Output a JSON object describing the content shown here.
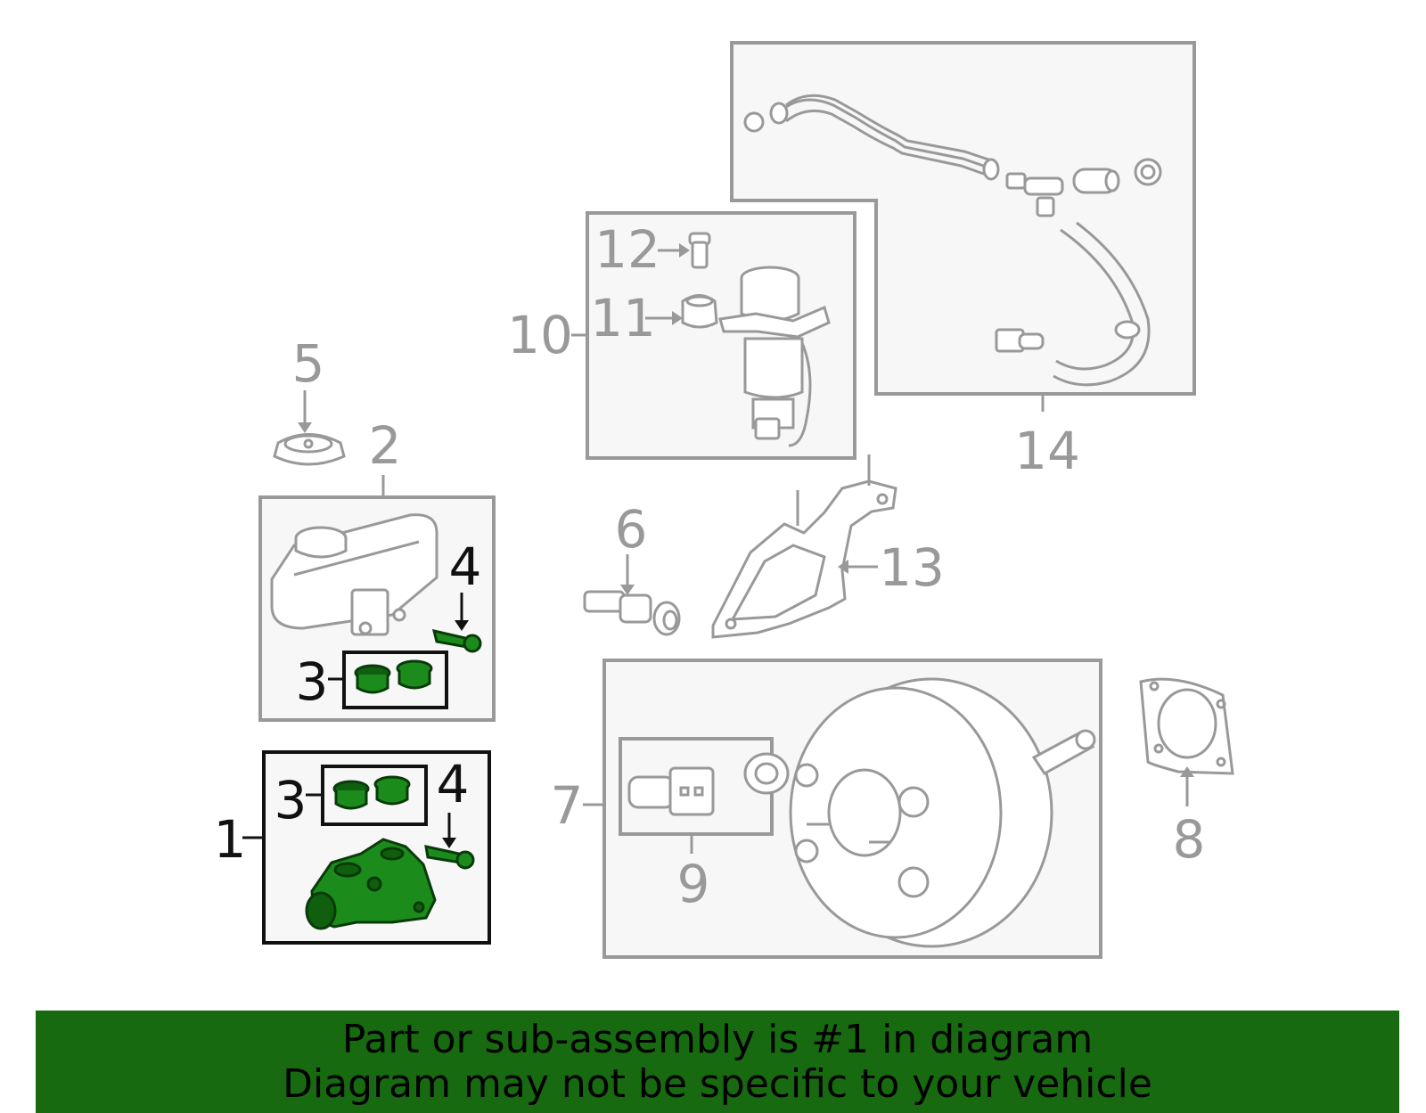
{
  "callouts": {
    "c1": "1",
    "c2": "2",
    "c3a": "3",
    "c3b": "3",
    "c4a": "4",
    "c4b": "4",
    "c5": "5",
    "c6": "6",
    "c7": "7",
    "c8": "8",
    "c9": "9",
    "c10": "10",
    "c11": "11",
    "c12": "12",
    "c13": "13",
    "c14": "14"
  },
  "banner": {
    "line1": "Part or sub-assembly is #1 in diagram",
    "line2": "Diagram may not be specific to your vehicle"
  },
  "colors": {
    "highlight": "#1b8c1b",
    "banner": "#176a0f",
    "line_art": "#999999"
  }
}
